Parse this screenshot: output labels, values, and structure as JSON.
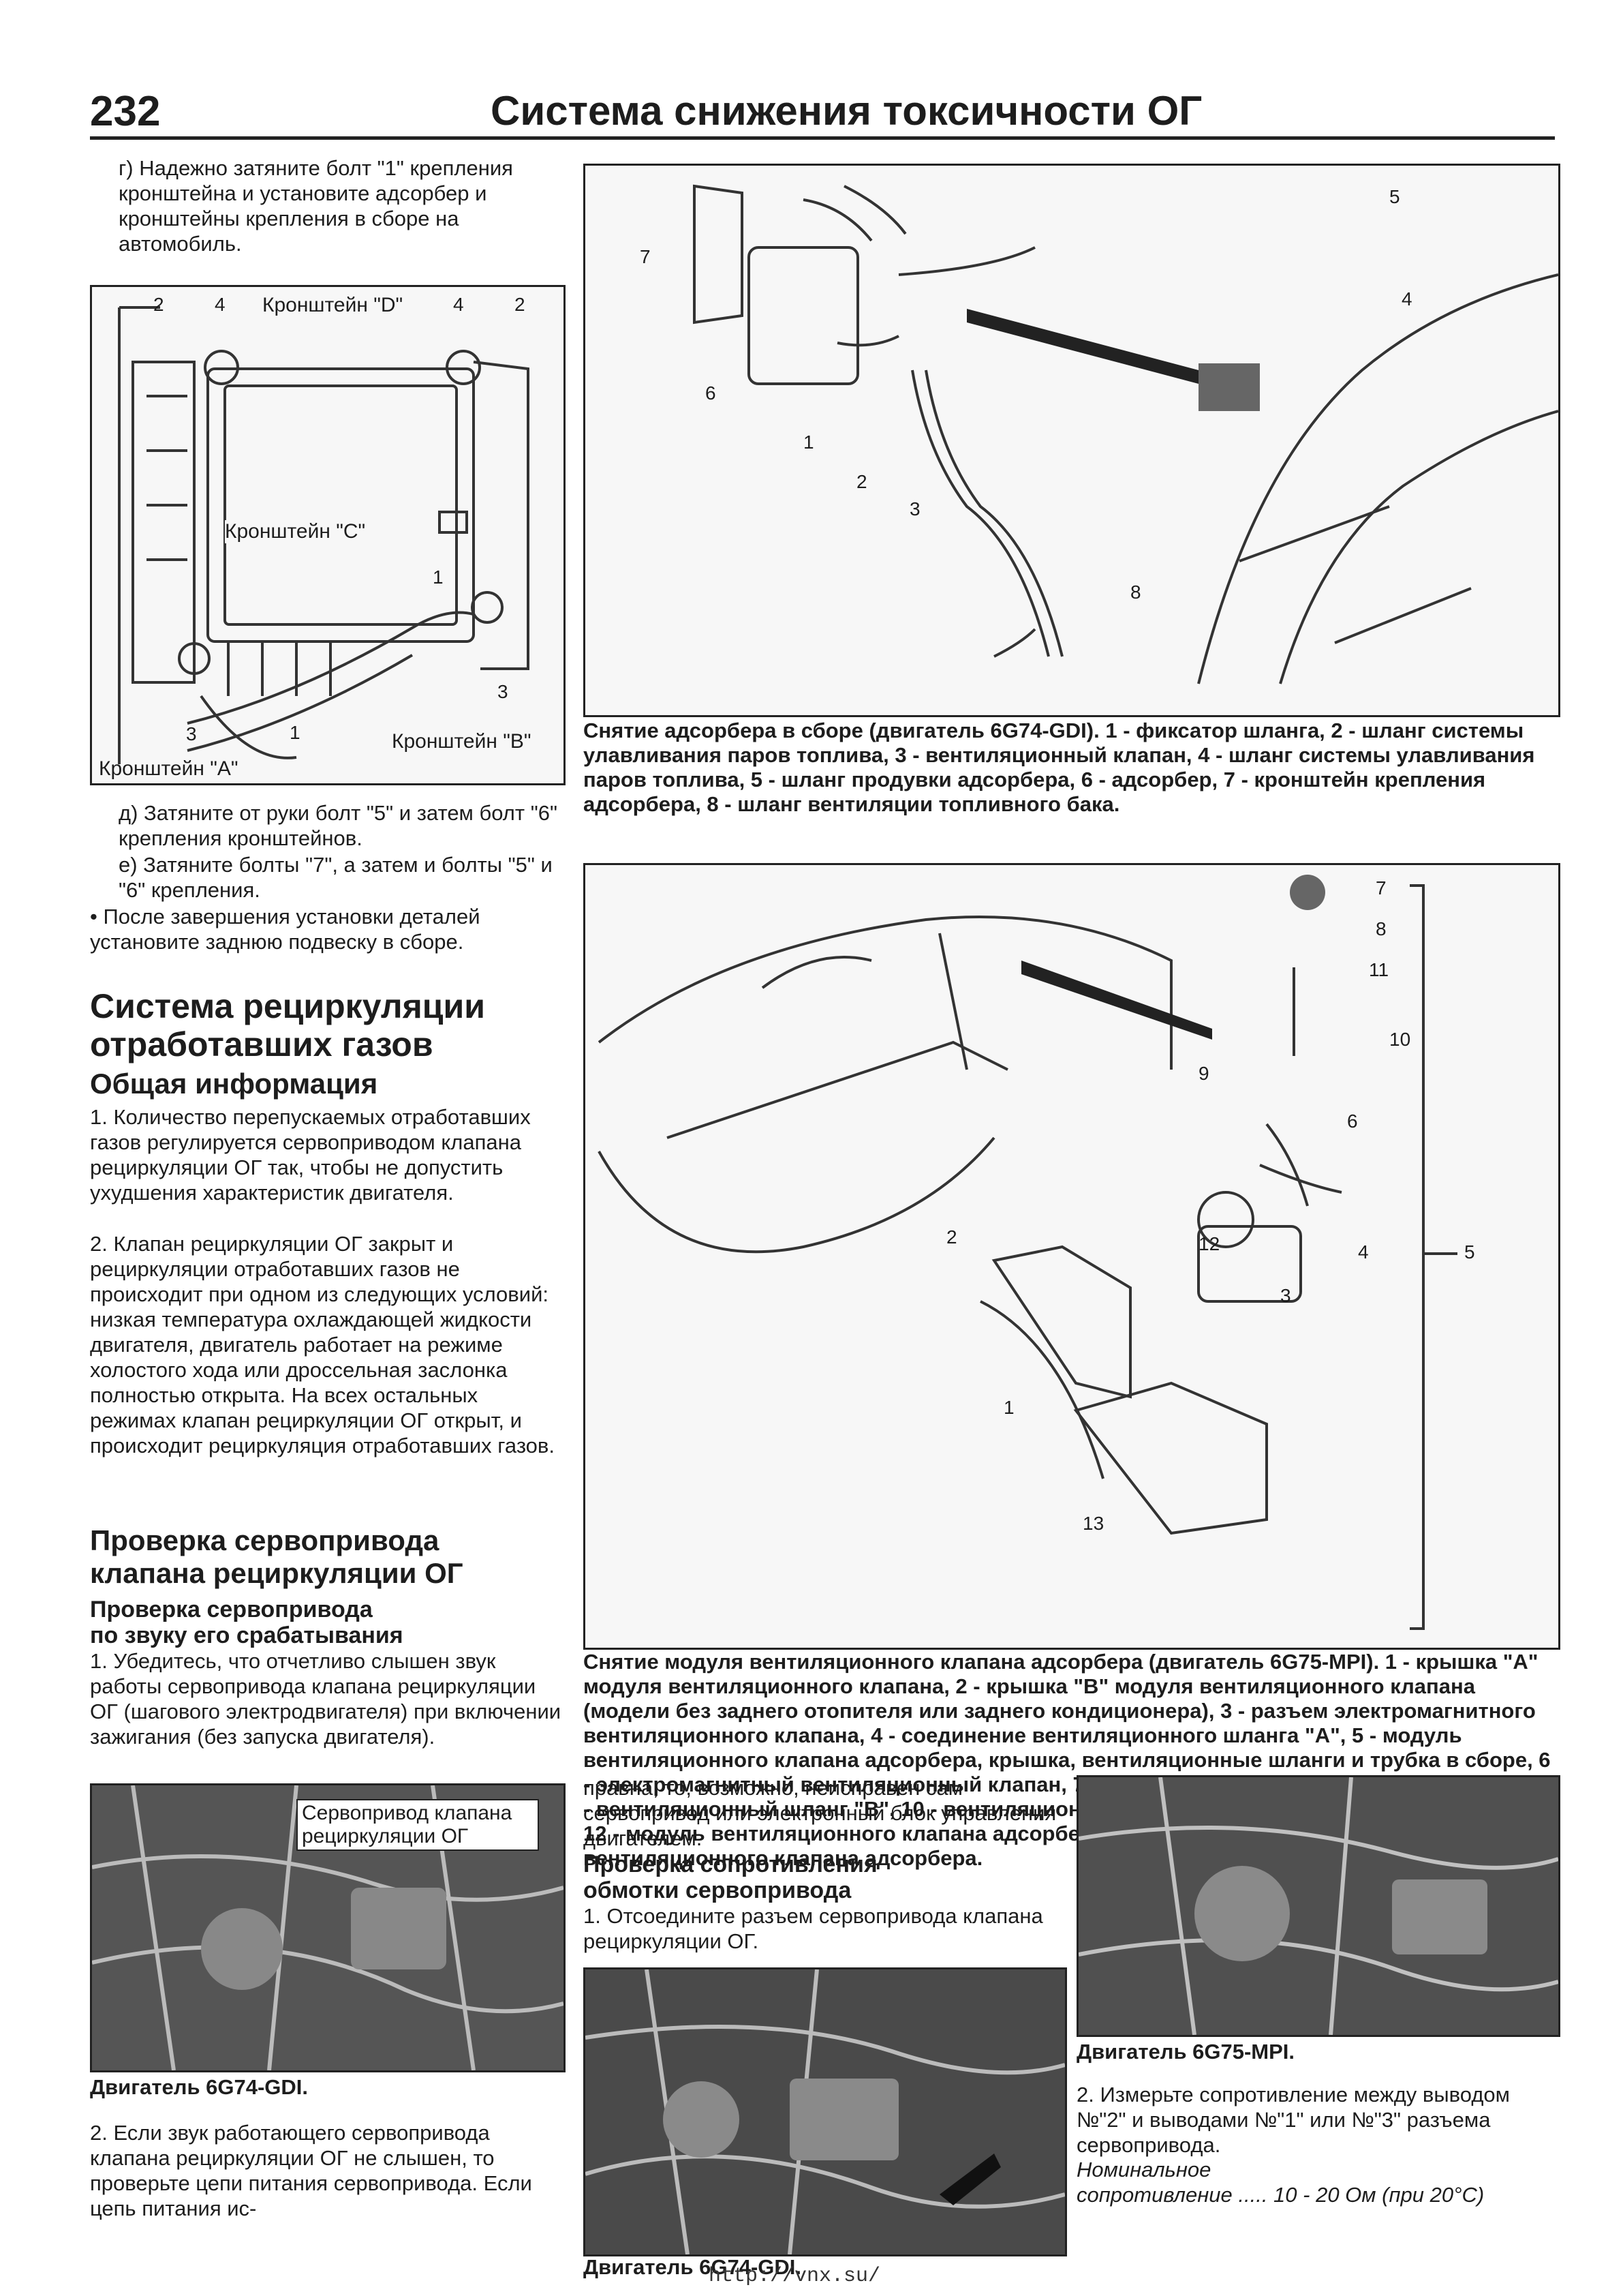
{
  "header": {
    "page_number": "232",
    "title": "Система снижения токсичности ОГ"
  },
  "left_col": {
    "step_g": "г) Надежно затяните болт \"1\" крепления кронштейна и установите адсорбер и кронштейны крепления в сборе на автомобиль.",
    "fig1": {
      "label_d": "Кронштейн \"D\"",
      "label_c": "Кронштейн \"C\"",
      "label_b": "Кронштейн \"B\"",
      "label_a": "Кронштейн \"A\"",
      "n2a": "2",
      "n4a": "4",
      "n4b": "4",
      "n2b": "2",
      "n1a": "1",
      "n3a": "3",
      "n3b": "3",
      "n1b": "1"
    },
    "step_d": "д) Затяните от руки болт \"5\" и затем болт \"6\" крепления кронштейнов.",
    "step_e": "е) Затяните болты \"7\", а затем и болты \"5\" и \"6\" крепления.",
    "bullet": "• После завершения установки деталей установите заднюю подвеску в сборе.",
    "section_title_1": "Система рециркуляции",
    "section_title_2": "отработавших газов",
    "sub_title": "Общая информация",
    "para1": "1. Количество перепускаемых отработавших газов регулируется сервоприводом клапана рециркуляции ОГ так, чтобы не допустить ухудшения характеристик двигателя.",
    "para2": "2. Клапан рециркуляции ОГ закрыт и рециркуляции отработавших газов не происходит при одном из следующих условий: низкая температура охлаждающей жидкости двигателя, двигатель работает на режиме холостого хода или дроссельная заслонка полностью открыта. На всех остальных режимах клапан рециркуляции ОГ открыт, и происходит рециркуляция отработавших газов.",
    "check_title_1": "Проверка сервопривода",
    "check_title_2": "клапана рециркуляции ОГ",
    "check_sub_1": "Проверка сервопривода",
    "check_sub_2": "по звуку его срабатывания",
    "check_para": "1. Убедитесь, что отчетливо слышен звук работы сервопривода клапана рециркуляции ОГ (шагового электродвигателя) при включении зажигания (без запуска двигателя).",
    "photo1_label": "Сервопривод клапана рециркуляции ОГ",
    "photo1_caption": "Двигатель 6G74-GDI.",
    "para_bottom": "2. Если звук работающего сервопривода клапана рециркуляции ОГ не слышен, то проверьте цепи питания сервопривода. Если цепь питания ис-"
  },
  "fig2": {
    "caption": "Снятие адсорбера в сборе (двигатель 6G74-GDI). 1 - фиксатор шланга, 2 - шланг системы улавливания паров топлива, 3 - вентиляционный клапан, 4 - шланг системы улавливания паров топлива, 5 - шланг продувки адсорбера, 6 - адсорбер, 7 - кронштейн крепления адсорбера, 8 - шланг вентиляции топливного бака.",
    "n1": "1",
    "n2": "2",
    "n3": "3",
    "n4": "4",
    "n5": "5",
    "n6": "6",
    "n7": "7",
    "n8": "8"
  },
  "fig3": {
    "caption": "Снятие модуля вентиляционного клапана адсорбера (двигатель 6G75-MPI). 1 - крышка \"A\" модуля вентиляционного клапана, 2 - крышка \"B\" модуля вентиляционного клапана (модели без заднего отопителя или заднего кондиционера), 3 - разъем электромагнитного вентиляционного клапана, 4 - соединение вентиляционного шланга \"A\", 5 - модуль вентиляционного клапана адсорбера, крышка, вентиляционные шланги и трубка в сборе, 6 - электромагнитный вентиляционный клапан, 7 - крышка, 8 - вентиляционный шланг \"D\", 9 - вентиляционный шланг \"B\", 10 - вентиляционный шланг \"C\", 11 - вентиляционная трубка, 12 - модуль вентиляционного клапана адсорбера, 13 - кронштейн крепления модуля вентиляционного клапана адсорбера.",
    "n1": "1",
    "n2": "2",
    "n3": "3",
    "n4": "4",
    "n5": "5",
    "n6": "6",
    "n7": "7",
    "n8": "8",
    "n9": "9",
    "n10": "10",
    "n11": "11",
    "n12": "12",
    "n13": "13"
  },
  "mid_col": {
    "para_cont": "правна, то, возможно, неисправен сам сервопривод или электронный блок управления двигателем.",
    "sub_1": "Проверка сопротивления",
    "sub_2": "обмотки сервопривода",
    "para": "1. Отсоедините разъем сервопривода клапана рециркуляции ОГ.",
    "photo_caption": "Двигатель 6G74-GDI."
  },
  "right_col": {
    "photo_caption": "Двигатель 6G75-MPI.",
    "para": "2. Измерьте сопротивление между выводом №\"2\" и выводами №\"1\" или №\"3\" разъема сервопривода.",
    "nominal_1": "Номинальное",
    "nominal_2": "сопротивление ..... 10 - 20 Ом (при 20°С)"
  },
  "footer": {
    "url": "http://vnx.su/"
  }
}
